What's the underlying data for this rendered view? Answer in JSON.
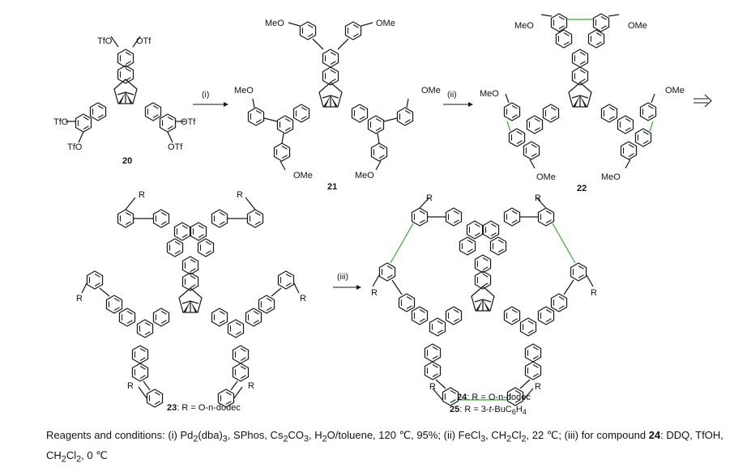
{
  "compound_20": {
    "number": "20",
    "substituent": "TfO",
    "substituent_right": "OTf"
  },
  "compound_21": {
    "number": "21",
    "substituent": "MeO",
    "substituent_right": "OMe"
  },
  "compound_22": {
    "number": "22",
    "substituent": "MeO",
    "substituent_right": "OMe"
  },
  "compound_23": {
    "number": "23",
    "r_label": "R",
    "caption_prefix": ": R = ",
    "caption_value": "O-n-dodec"
  },
  "compound_24": {
    "number": "24",
    "caption_prefix": ": R = ",
    "caption_value": "O-n-dodec"
  },
  "compound_25": {
    "number": "25",
    "caption_prefix": ": R = 3-",
    "caption_t": "t",
    "caption_rest": "-BuC",
    "caption_sub1": "6",
    "caption_h": "H",
    "caption_sub2": "4"
  },
  "steps": {
    "i": "(i)",
    "ii": "(ii)",
    "iii": "(iii)"
  },
  "reagents": {
    "heading": "Reagents and conditions: ",
    "part1": "(i) Pd",
    "sub_pd": "2",
    "part2": "(dba)",
    "sub_dba": "3",
    "part3": ", SPhos, Cs",
    "sub_cs": "2",
    "part4": "CO",
    "sub_co": "3",
    "part5": ", H",
    "sub_h": "2",
    "part6": "O/toluene, 120 ℃, 95%; (ii) FeCl",
    "sub_fe": "3",
    "part7": ", CH",
    "sub_ch1": "2",
    "part8": "Cl",
    "sub_cl1": "2",
    "part9": ", 22 ℃; (iii) for compound ",
    "bold_24": "24",
    "part10": ": DDQ, TfOH, CH",
    "sub_ch2": "2",
    "part11": "Cl",
    "sub_cl2": "2",
    "part12": ", 0 ℃"
  }
}
